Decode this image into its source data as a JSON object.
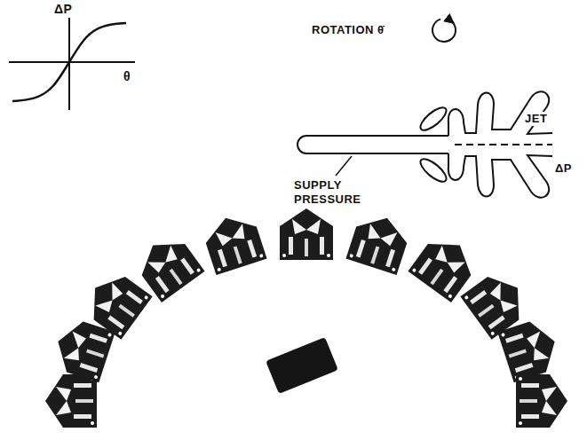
{
  "diagram": {
    "labels": [
      "ΔP",
      "θ",
      "ROTATION θ̇",
      "SUPPLY PRESSURE",
      "JET",
      "ΔP"
    ]
  }
}
